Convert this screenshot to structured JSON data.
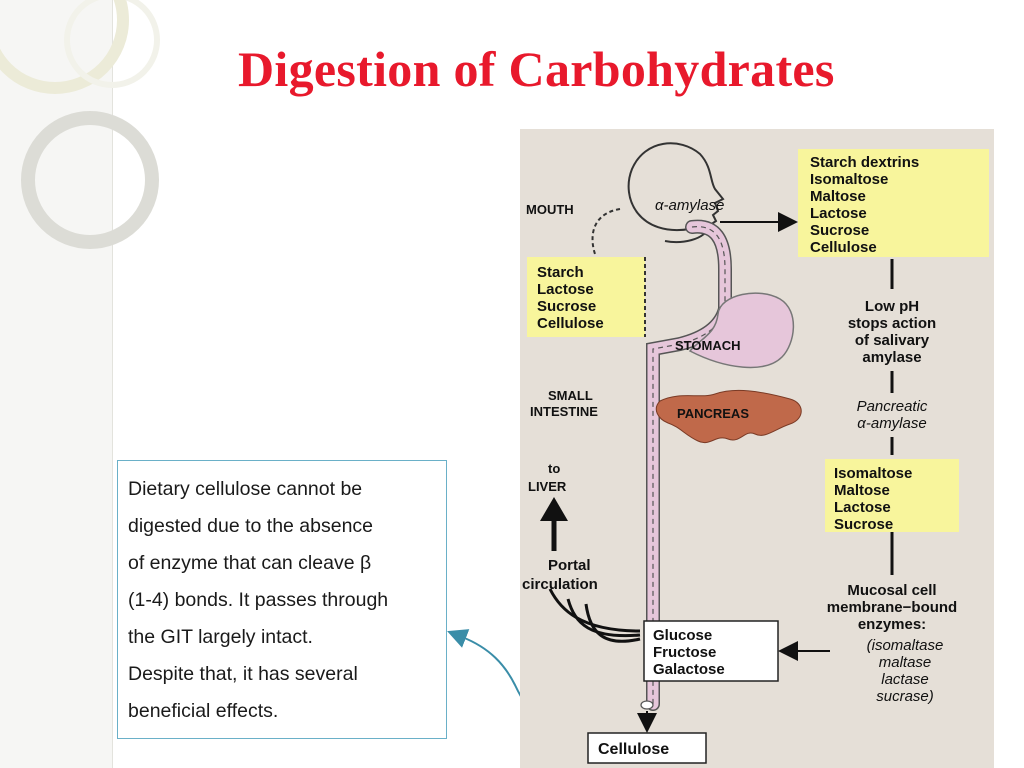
{
  "slide": {
    "title": "Digestion of Carbohydrates",
    "callout_lines": [
      "Dietary cellulose cannot be",
      "digested due to the absence",
      "of enzyme that can cleave β",
      "(1-4) bonds. It passes through",
      "the GIT largely intact.",
      "Despite that, it has several",
      "beneficial effects."
    ]
  },
  "diagram": {
    "labels": {
      "mouth": "MOUTH",
      "alpha_amylase": "α-amylase",
      "stomach": "STOMACH",
      "small_intestine": [
        "SMALL",
        "INTESTINE"
      ],
      "pancreas": "PANCREAS",
      "to_liver": [
        "to",
        "LIVER"
      ],
      "portal_circulation": [
        "Portal",
        "circulation"
      ]
    },
    "boxes": {
      "mouth_products": [
        "Starch dextrins",
        "Isomaltose",
        "Maltose",
        "Lactose",
        "Sucrose",
        "Cellulose"
      ],
      "ingested": [
        "Starch",
        "Lactose",
        "Sucrose",
        "Cellulose"
      ],
      "intestine_products": [
        "Isomaltose",
        "Maltose",
        "Lactose",
        "Sucrose"
      ],
      "monosaccharides": [
        "Glucose",
        "Fructose",
        "Galactose"
      ],
      "excreted": "Cellulose"
    },
    "notes": {
      "low_ph": [
        "Low pH",
        "stops action",
        "of salivary",
        "amylase"
      ],
      "pancreatic": [
        "Pancreatic",
        "α-amylase"
      ],
      "mucosal": [
        "Mucosal cell",
        "membrane−bound",
        "enzymes:"
      ],
      "enzymes": [
        "(isomaltase",
        "maltase",
        "lactase",
        "sucrase)"
      ]
    }
  },
  "colors": {
    "title": "#e8192c",
    "yellow_box": "#f8f59c",
    "gut_tube": "#e6c6da",
    "pancreas": "#c0694a",
    "figure_bg": "#e5dfd7"
  }
}
